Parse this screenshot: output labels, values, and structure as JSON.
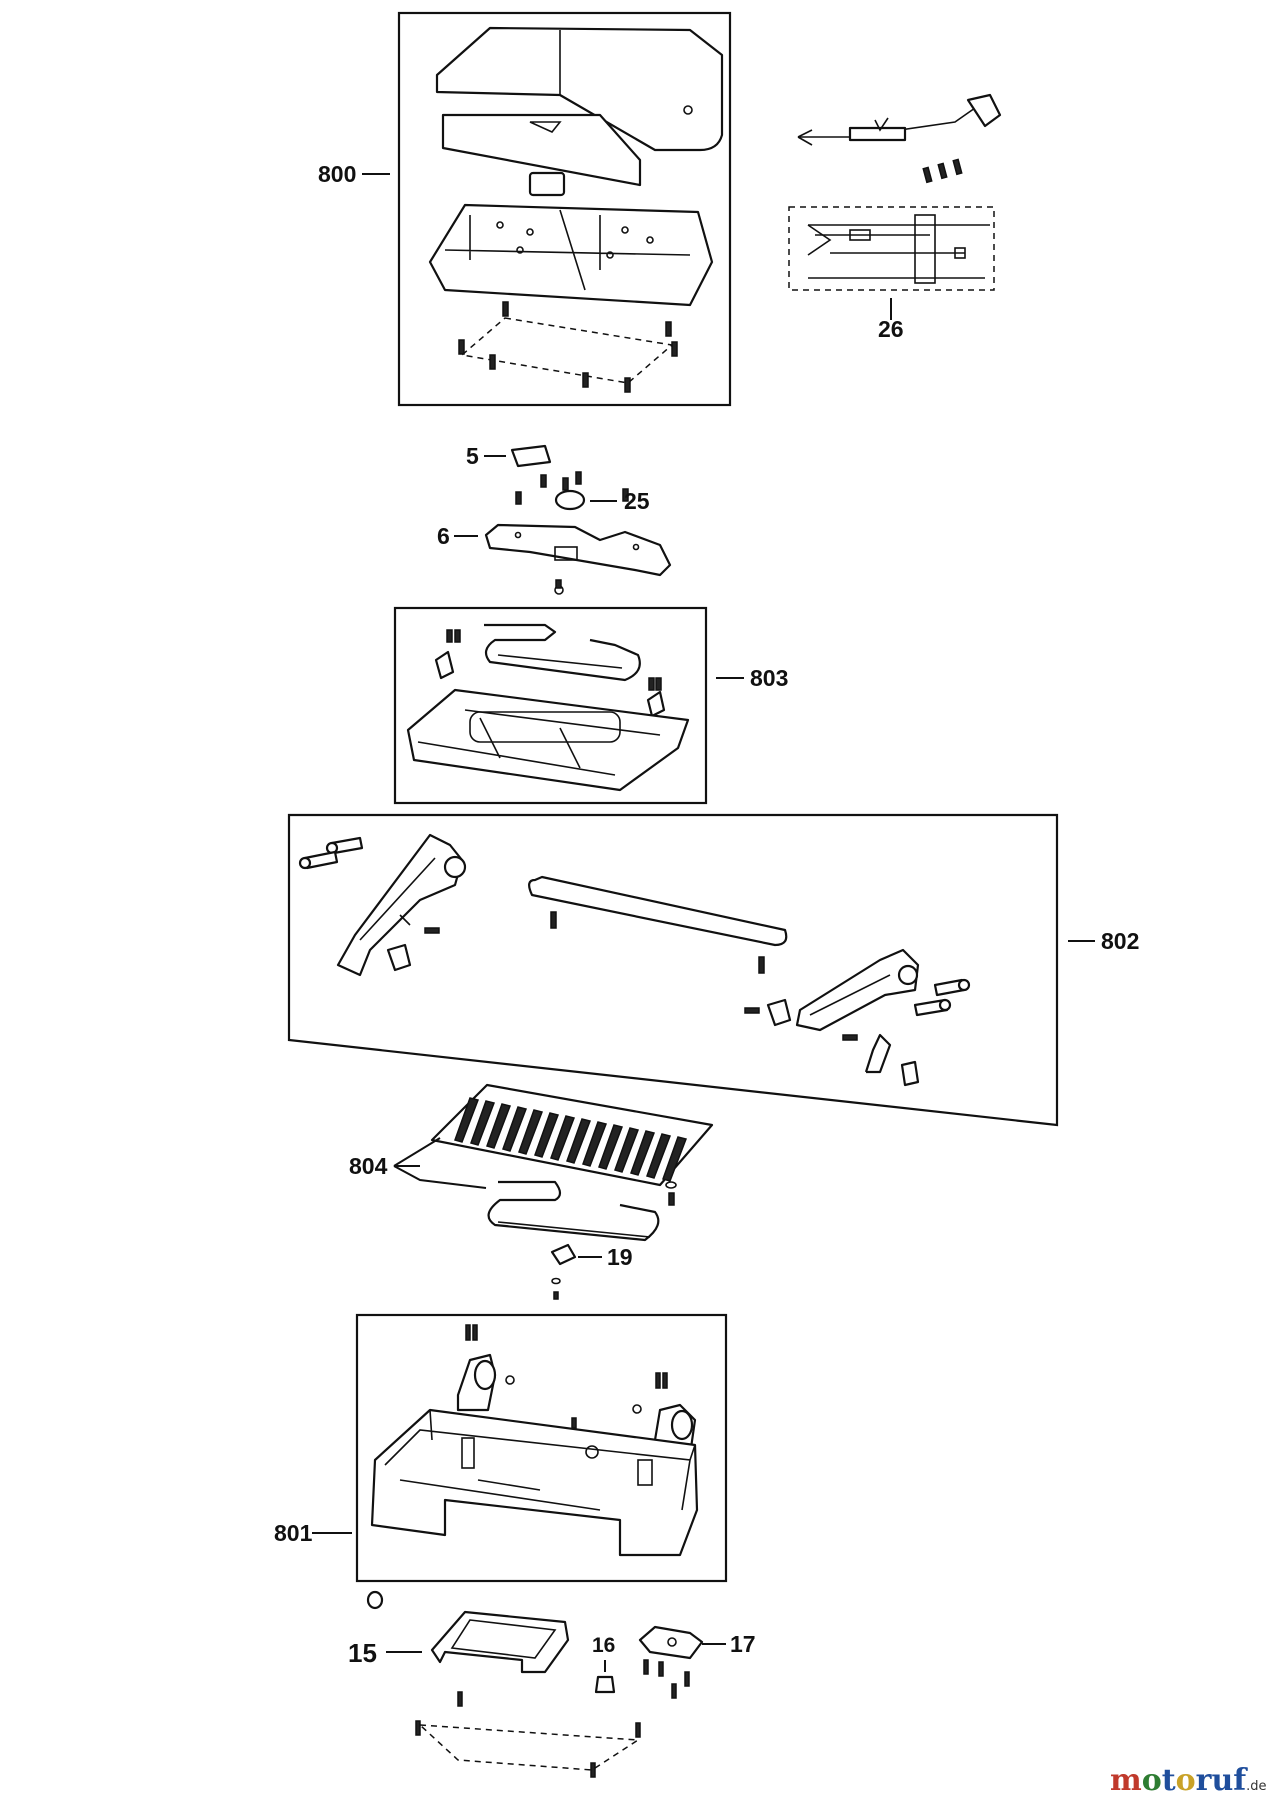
{
  "callouts": {
    "c800": "800",
    "c26": "26",
    "c5": "5",
    "c25": "25",
    "c6": "6",
    "c803": "803",
    "c802": "802",
    "c804": "804",
    "c19": "19",
    "c801": "801",
    "c15": "15",
    "c16": "16",
    "c17": "17"
  },
  "watermark": {
    "brand": "motoruf",
    "tld": ".de"
  },
  "colors": {
    "line": "#111111",
    "background": "#ffffff",
    "logo_m": "#c0392b",
    "logo_o1": "#2e7d32",
    "logo_t": "#1f4e9c",
    "logo_o2": "#c9a227",
    "logo_rest": "#1f4e9c"
  }
}
